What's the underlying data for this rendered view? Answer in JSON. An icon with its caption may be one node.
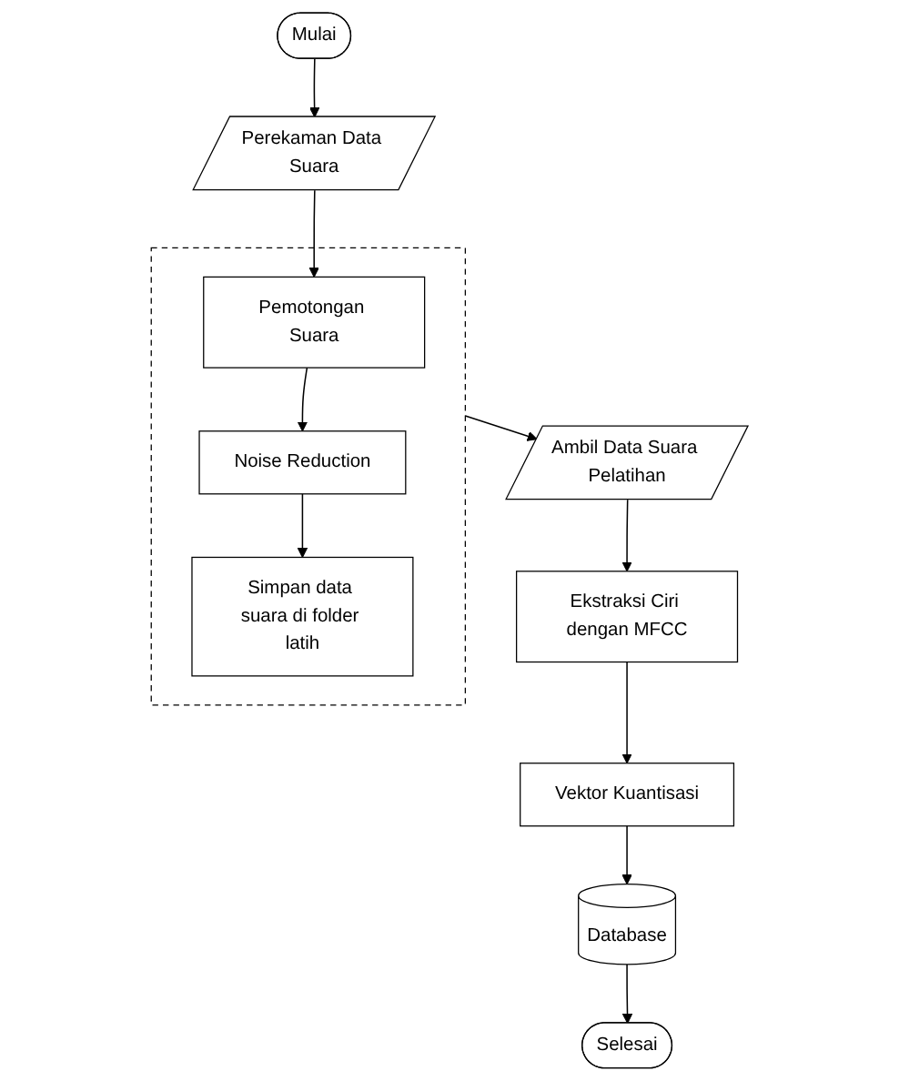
{
  "diagram": {
    "nodes": [
      {
        "text": [
          "Mulai"
        ]
      },
      {
        "text": [
          "Perekaman Data Suara"
        ]
      },
      {
        "text": [],
        "shape": "box"
      },
      {
        "text": [
          "Pemotongan Suara"
        ],
        "in": 2
      },
      {
        "text": [
          "Noise Reduction"
        ],
        "in": 2
      },
      {
        "text": [
          "Simpan data suara di folder latih"
        ],
        "in": 2
      },
      {
        "text": [
          "Ambil Data Suara Pelatihan"
        ]
      },
      {
        "text": [
          "Ekstraksi Ciri dengan MFCC"
        ]
      },
      {
        "text": [
          "Vektor Kuantisasi"
        ]
      },
      {
        "text": [
          "Database"
        ]
      },
      {
        "text": [
          "Selesai"
        ]
      }
    ],
    "edges": [
      {
        "from": 0,
        "to": 1,
        "arrow": "to"
      },
      {
        "from": 1,
        "to": 3,
        "arrow": "to"
      },
      {
        "from": 3,
        "to": 4,
        "arrow": "to"
      },
      {
        "from": 4,
        "to": 5,
        "arrow": "to"
      },
      {
        "from": 2,
        "to": 6,
        "arrow": "to"
      },
      {
        "from": 6,
        "to": 7,
        "arrow": "to"
      },
      {
        "from": 7,
        "to": 8,
        "arrow": "to"
      },
      {
        "from": 8,
        "to": 9,
        "arrow": "to"
      },
      {
        "from": 9,
        "to": 10,
        "arrow": "to"
      }
    ]
  }
}
